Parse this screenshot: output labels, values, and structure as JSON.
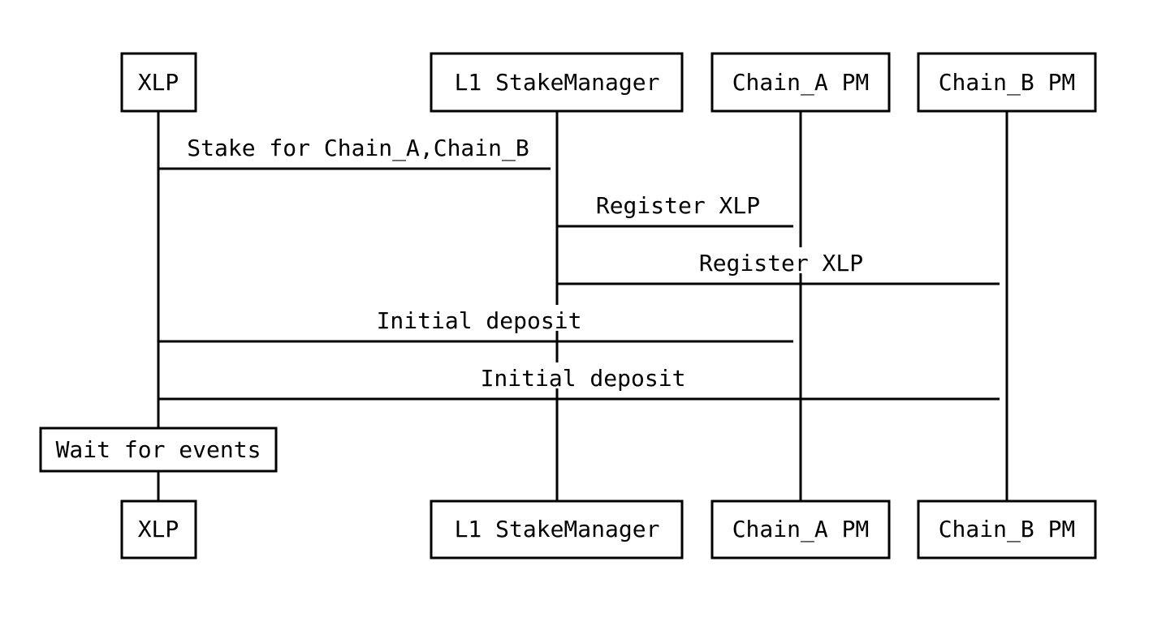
{
  "diagram": {
    "type": "sequence",
    "participants": [
      {
        "id": "xlp",
        "label": "XLP"
      },
      {
        "id": "l1",
        "label": "L1 StakeManager"
      },
      {
        "id": "chainA",
        "label": "Chain_A PM"
      },
      {
        "id": "chainB",
        "label": "Chain_B PM"
      }
    ],
    "messages": [
      {
        "from": "xlp",
        "to": "l1",
        "label": "Stake for Chain_A,Chain_B"
      },
      {
        "from": "l1",
        "to": "chainA",
        "label": "Register XLP"
      },
      {
        "from": "l1",
        "to": "chainB",
        "label": "Register XLP"
      },
      {
        "from": "xlp",
        "to": "chainA",
        "label": "Initial deposit"
      },
      {
        "from": "xlp",
        "to": "chainB",
        "label": "Initial deposit"
      }
    ],
    "notes": [
      {
        "on": "xlp",
        "label": "Wait for events"
      }
    ]
  }
}
